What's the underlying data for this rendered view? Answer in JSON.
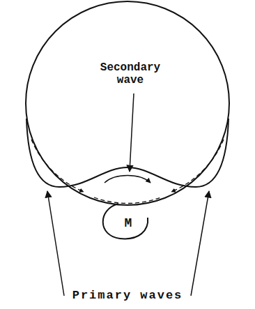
{
  "diagram": {
    "labels": [
      "Secondary wave",
      "M",
      "Primary waves"
    ]
  }
}
